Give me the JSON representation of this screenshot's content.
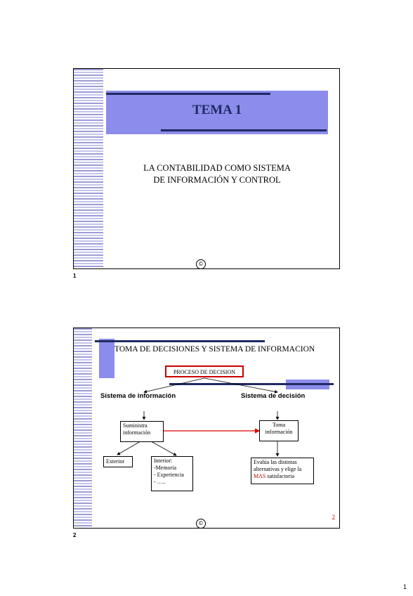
{
  "slide1": {
    "title": "TEMA 1",
    "subtitle_line1": "LA CONTABILIDAD COMO SISTEMA",
    "subtitle_line2": "DE INFORMACIÓN Y CONTROL",
    "copyright": "©",
    "label": "1",
    "colors": {
      "panel": "#8c8cec",
      "bar": "#1f2a63",
      "title": "#1f2a63"
    }
  },
  "slide2": {
    "title": "TOMA DE DECISIONES Y SISTEMA DE INFORMACION",
    "process": "PROCESO DE DECISION",
    "left_heading": "Sistema de información",
    "right_heading": "Sistema de decisión",
    "suministra": [
      "Suministra",
      "información"
    ],
    "toma": [
      "Toma",
      "información"
    ],
    "exterior": "Exterior",
    "interior": [
      "Interior:",
      "-Memoria",
      "- Experiencia",
      "- ….."
    ],
    "evalua_line1": "Evalúa las distintas",
    "evalua_line2": "alternativas y elige la",
    "evalua_mas": "MAS",
    "evalua_end": " satisfactoria",
    "copyright": "©",
    "page": "2",
    "label": "2",
    "colors": {
      "process_border": "#cc0000",
      "arrow_red": "#e00000",
      "mas": "#cc0000",
      "bar": "#1f2a63"
    }
  },
  "footer": {
    "page_number": "1"
  }
}
